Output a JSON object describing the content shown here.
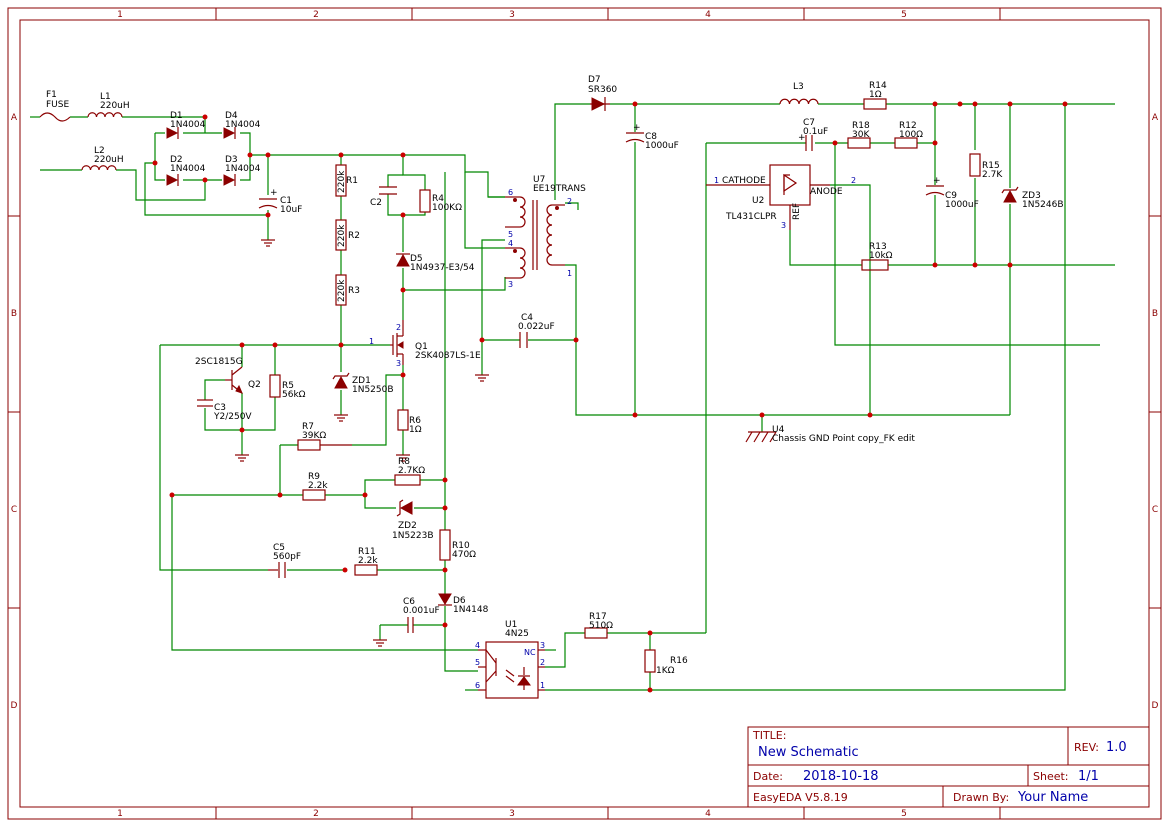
{
  "title_block": {
    "title_label": "TITLE:",
    "title_value": "New Schematic",
    "rev_label": "REV:",
    "rev_value": "1.0",
    "date_label": "Date:",
    "date_value": "2018-10-18",
    "sheet_label": "Sheet:",
    "sheet_value": "1/1",
    "tool": "EasyEDA V5.8.19",
    "drawn_label": "Drawn By:",
    "drawn_value": "Your Name"
  },
  "zones": {
    "cols": [
      "1",
      "2",
      "3",
      "4",
      "5"
    ],
    "rows": [
      "A",
      "B",
      "C",
      "D"
    ]
  },
  "components": {
    "F1": {
      "ref": "F1",
      "value": "FUSE"
    },
    "L1": {
      "ref": "L1",
      "value": "220uH"
    },
    "L2": {
      "ref": "L2",
      "value": "220uH"
    },
    "L3": {
      "ref": "L3"
    },
    "D1": {
      "ref": "D1",
      "value": "1N4004"
    },
    "D2": {
      "ref": "D2",
      "value": "1N4004"
    },
    "D3": {
      "ref": "D3",
      "value": "1N4004"
    },
    "D4": {
      "ref": "D4",
      "value": "1N4004"
    },
    "C1": {
      "ref": "C1",
      "value": "10uF"
    },
    "R1": {
      "ref": "R1",
      "value": "220k"
    },
    "R2": {
      "ref": "R2",
      "value": "220k"
    },
    "R3": {
      "ref": "R3",
      "value": "220k"
    },
    "C2": {
      "ref": "C2"
    },
    "R4": {
      "ref": "R4",
      "value": "100KΩ"
    },
    "D5": {
      "ref": "D5",
      "value": "1N4937-E3/54"
    },
    "U7": {
      "ref": "U7",
      "value": "EE19TRANS"
    },
    "Q1": {
      "ref": "Q1",
      "value": "2SK4087LS-1E"
    },
    "ZD1": {
      "ref": "ZD1",
      "value": "1N5250B"
    },
    "Q2": {
      "ref": "Q2",
      "value": "2SC1815G"
    },
    "R5": {
      "ref": "R5",
      "value": "56kΩ"
    },
    "C3": {
      "ref": "C3",
      "value": "Y2/250V"
    },
    "R6": {
      "ref": "R6",
      "value": "1Ω"
    },
    "R7": {
      "ref": "R7",
      "value": "39KΩ"
    },
    "R8": {
      "ref": "R8",
      "value": "2.7KΩ"
    },
    "R9": {
      "ref": "R9",
      "value": "2.2k"
    },
    "ZD2": {
      "ref": "ZD2",
      "value": "1N5223B"
    },
    "R10": {
      "ref": "R10",
      "value": "470Ω"
    },
    "C5": {
      "ref": "C5",
      "value": "560pF"
    },
    "R11": {
      "ref": "R11",
      "value": "2.2k"
    },
    "D6": {
      "ref": "D6",
      "value": "1N4148"
    },
    "C6": {
      "ref": "C6",
      "value": "0.001uF"
    },
    "C4": {
      "ref": "C4",
      "value": "0.022uF"
    },
    "D7": {
      "ref": "D7",
      "value": "SR360"
    },
    "C8": {
      "ref": "C8",
      "value": "1000uF"
    },
    "R14": {
      "ref": "R14",
      "value": "1Ω"
    },
    "C7": {
      "ref": "C7",
      "value": "0.1uF"
    },
    "R18": {
      "ref": "R18",
      "value": "30K"
    },
    "R12": {
      "ref": "R12",
      "value": "100Ω"
    },
    "U2": {
      "ref": "U2",
      "value": "TL431CLPR",
      "pin_cathode": "CATHODE",
      "pin_anode": "ANODE",
      "pin_ref": "REF"
    },
    "R15": {
      "ref": "R15",
      "value": "2.7K"
    },
    "C9": {
      "ref": "C9",
      "value": "1000uF"
    },
    "ZD3": {
      "ref": "ZD3",
      "value": "1N5246B"
    },
    "R13": {
      "ref": "R13",
      "value": "10kΩ"
    },
    "U4": {
      "ref": "U4",
      "value": "Chassis GND Point copy_FK edit"
    },
    "U1": {
      "ref": "U1",
      "value": "4N25",
      "nc": "NC"
    },
    "R17": {
      "ref": "R17",
      "value": "510Ω"
    },
    "R16": {
      "ref": "R16",
      "value": "1KΩ"
    }
  }
}
